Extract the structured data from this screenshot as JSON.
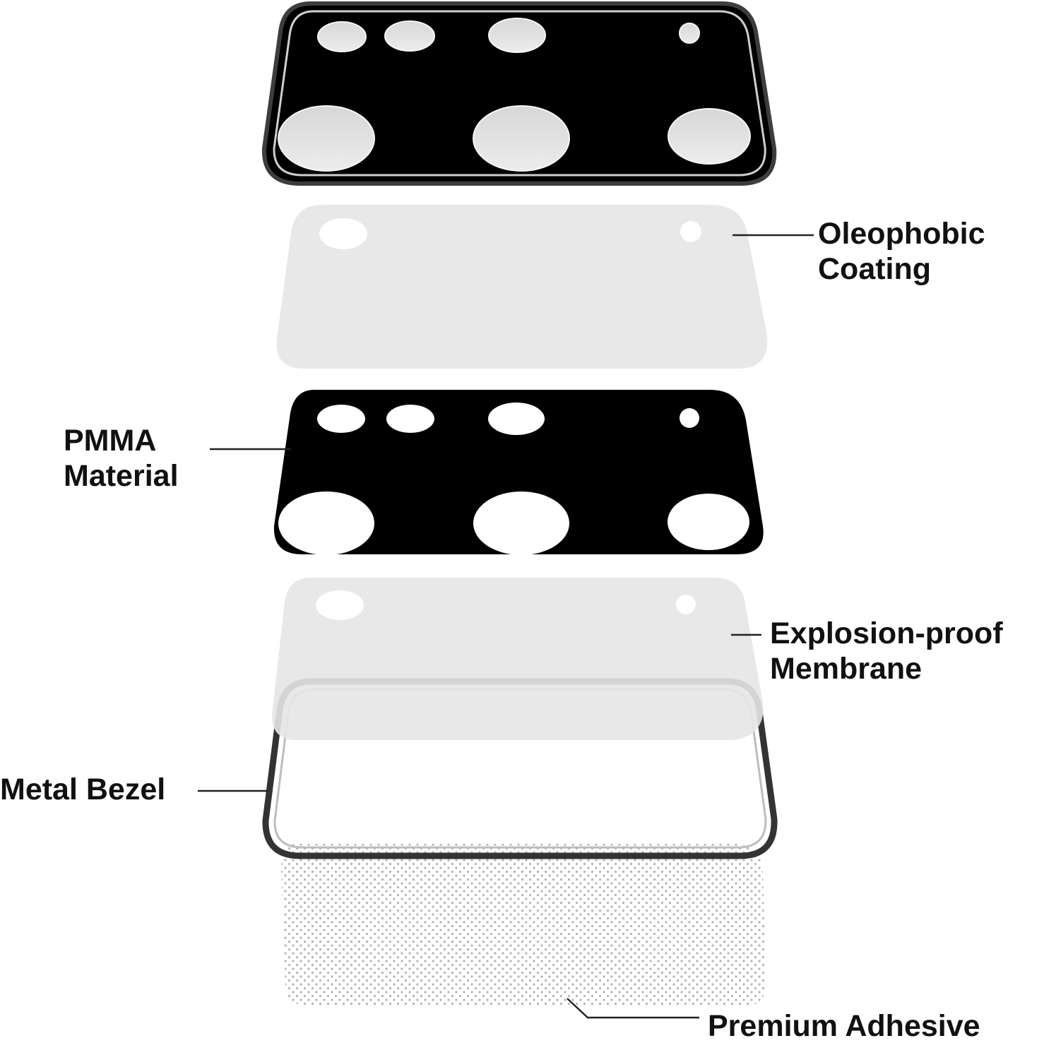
{
  "labels": {
    "oleophobic": [
      "Oleophobic",
      "Coating"
    ],
    "pmma": [
      "PMMA",
      "Material"
    ],
    "explosion": [
      "Explosion-proof",
      "Membrane"
    ],
    "bezel": [
      "Metal Bezel"
    ],
    "adhesive": [
      "Premium Adhesive"
    ]
  },
  "colors": {
    "black_layer": "#000000",
    "membrane_gray": "#e6e6e6",
    "lens_fill": "#e2e2e2",
    "metal": "#444444",
    "dots": "#aaaaaa",
    "text": "#111111"
  },
  "layers": [
    {
      "id": "tempered-glass-cover",
      "icon": "black-plate-with-lens-holes"
    },
    {
      "id": "oleophobic-coating",
      "icon": "gray-film"
    },
    {
      "id": "pmma-material",
      "icon": "black-plate-with-lens-holes"
    },
    {
      "id": "explosion-proof-membrane",
      "icon": "gray-film"
    },
    {
      "id": "metal-bezel",
      "icon": "metal-frame"
    },
    {
      "id": "premium-adhesive",
      "icon": "dotted-adhesive-sheet"
    }
  ]
}
